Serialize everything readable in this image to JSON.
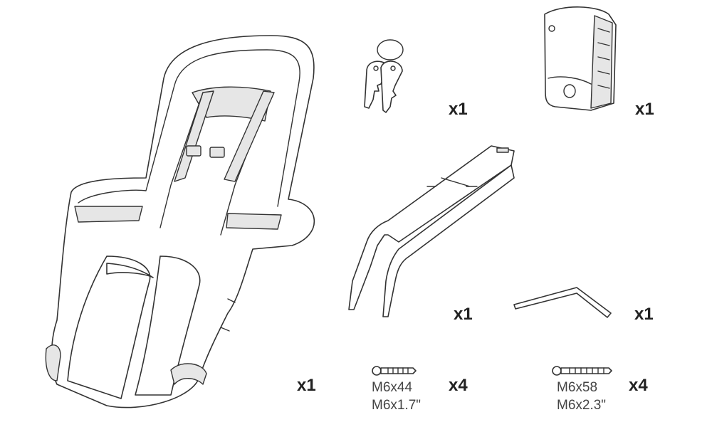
{
  "parts": {
    "seat": {
      "quantity": "x1"
    },
    "keys": {
      "quantity": "x1"
    },
    "lock": {
      "quantity": "x1"
    },
    "bracket": {
      "quantity": "x1"
    },
    "hex_key": {
      "quantity": "x1"
    },
    "screw_short": {
      "size_metric": "M6x44",
      "size_imperial": "M6x1.7\"",
      "quantity": "x4"
    },
    "screw_long": {
      "size_metric": "M6x58",
      "size_imperial": "M6x2.3\"",
      "quantity": "x4"
    }
  }
}
